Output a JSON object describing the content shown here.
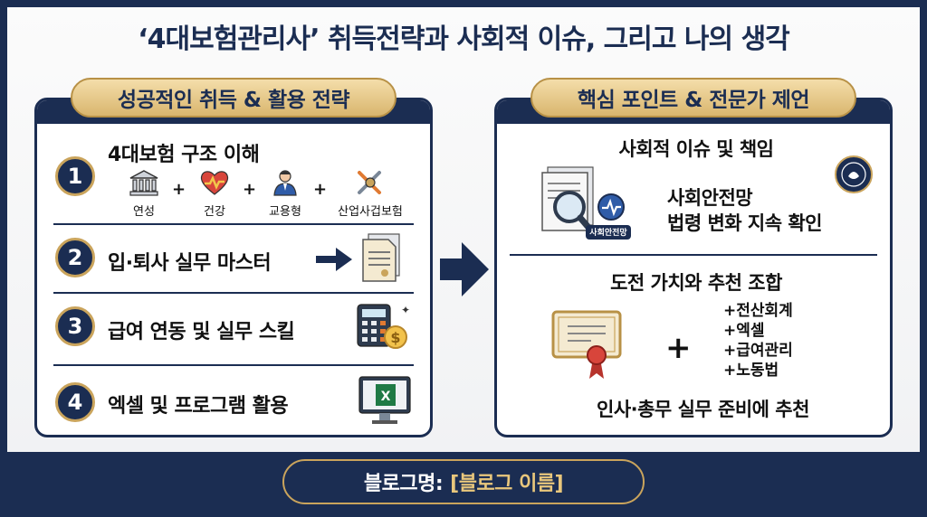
{
  "title": "‘4대보험관리사’ 취득전략과 사회적 이슈, 그리고 나의 생각",
  "left": {
    "heading": "성공적인 취득 & 활용 전략",
    "steps": [
      {
        "num": "1",
        "title": "4대보험 구조 이해"
      },
      {
        "num": "2",
        "title": "입·퇴사 실무 마스터"
      },
      {
        "num": "3",
        "title": "급여 연동 및 실무 스킬"
      },
      {
        "num": "4",
        "title": "엑셀 및 프로그램 활용"
      }
    ],
    "insurances": [
      "연성",
      "건강",
      "교용형",
      "산업사겁보험"
    ]
  },
  "right": {
    "heading": "핵심 포인트 & 전문가 제언",
    "section1_title": "사회적 이슈 및 책임",
    "section1_lines": [
      "사회안전망",
      "법령 변화 지속 확인"
    ],
    "badge_text": "사회안전망",
    "section2_title": "도전 가치와 추천 조합",
    "combo": [
      "+전산회계",
      "+엑셀",
      "+급여관리",
      "+노동법"
    ],
    "recommend": "인사·총무 실무 준비에 추천"
  },
  "footer": {
    "label": "블로그명:",
    "value": "[블로그 이름]"
  },
  "colors": {
    "navy": "#1b2d52",
    "gold": "#caa45c",
    "red": "#d8453b"
  }
}
